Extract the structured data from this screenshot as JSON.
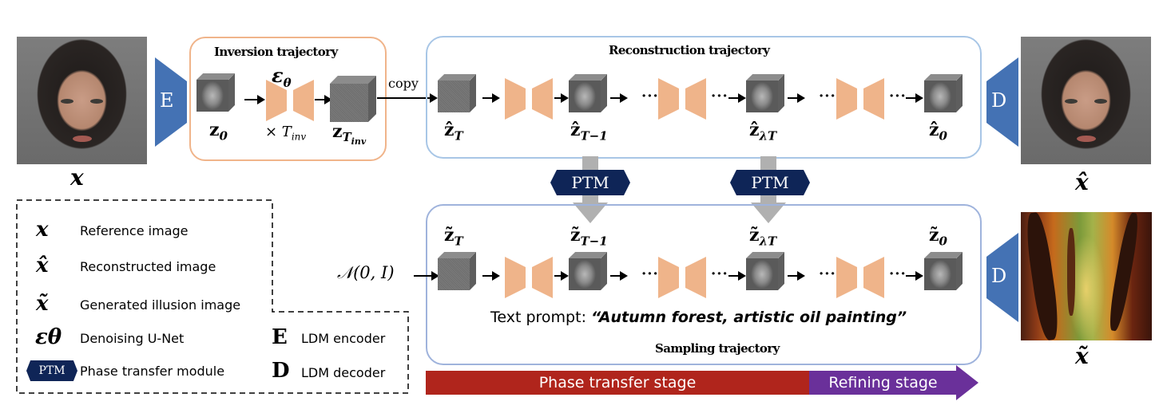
{
  "inversion": {
    "title": "Inversion trajectory",
    "z0_label": "z",
    "z0_sub": "0",
    "eps_label": "ε",
    "eps_sub": "θ",
    "repeat_label": "× T",
    "repeat_sub": "inv",
    "zT_label": "z",
    "zT_sub": "T",
    "zT_subsub": "inv",
    "copy_label": "copy"
  },
  "reconstruction": {
    "title": "Reconstruction trajectory",
    "nodes": [
      {
        "label": "ẑ",
        "sub": "T"
      },
      {
        "label": "ẑ",
        "sub": "T−1"
      },
      {
        "label": "ẑ",
        "sub": "λT"
      },
      {
        "label": "ẑ",
        "sub": "0"
      }
    ]
  },
  "sampling": {
    "title": "Sampling trajectory",
    "noise_label": "𝒩(0, I)",
    "prompt_prefix": "Text prompt: ",
    "prompt_text": "“Autumn forest, artistic oil painting”",
    "nodes": [
      {
        "label": "z̃",
        "sub": "T"
      },
      {
        "label": "z̃",
        "sub": "T−1"
      },
      {
        "label": "z̃",
        "sub": "λT"
      },
      {
        "label": "z̃",
        "sub": "0"
      }
    ]
  },
  "ptm_label": "PTM",
  "dots": "···",
  "encoder_label": "E",
  "decoder_label": "D",
  "images": {
    "reference_label": "x",
    "reconstructed_label": "x̂",
    "generated_label": "x̃"
  },
  "legend": {
    "items": [
      {
        "symbol": "x",
        "text": "Reference image"
      },
      {
        "symbol": "x̂",
        "text": "Reconstructed image"
      },
      {
        "symbol": "x̃",
        "text": "Generated illusion image"
      },
      {
        "symbol": "εθ",
        "text": "Denoising U-Net"
      },
      {
        "symbol": "PTM",
        "text": "Phase transfer module"
      },
      {
        "symbol": "E",
        "text": "LDM encoder"
      },
      {
        "symbol": "D",
        "text": "LDM decoder"
      }
    ]
  },
  "stages": {
    "phase_transfer": "Phase transfer stage",
    "refining": "Refining stage",
    "colors": {
      "phase_transfer": "#b0251c",
      "refining": "#6a309a"
    }
  },
  "colors": {
    "encoder_blue": "#4472b4",
    "unet_orange": "#efb48a",
    "ptm_navy": "#0f2557",
    "inversion_border": "#f0b48a",
    "reconstruction_border": "#a8c6e6",
    "sampling_border": "#9fb3dc"
  }
}
